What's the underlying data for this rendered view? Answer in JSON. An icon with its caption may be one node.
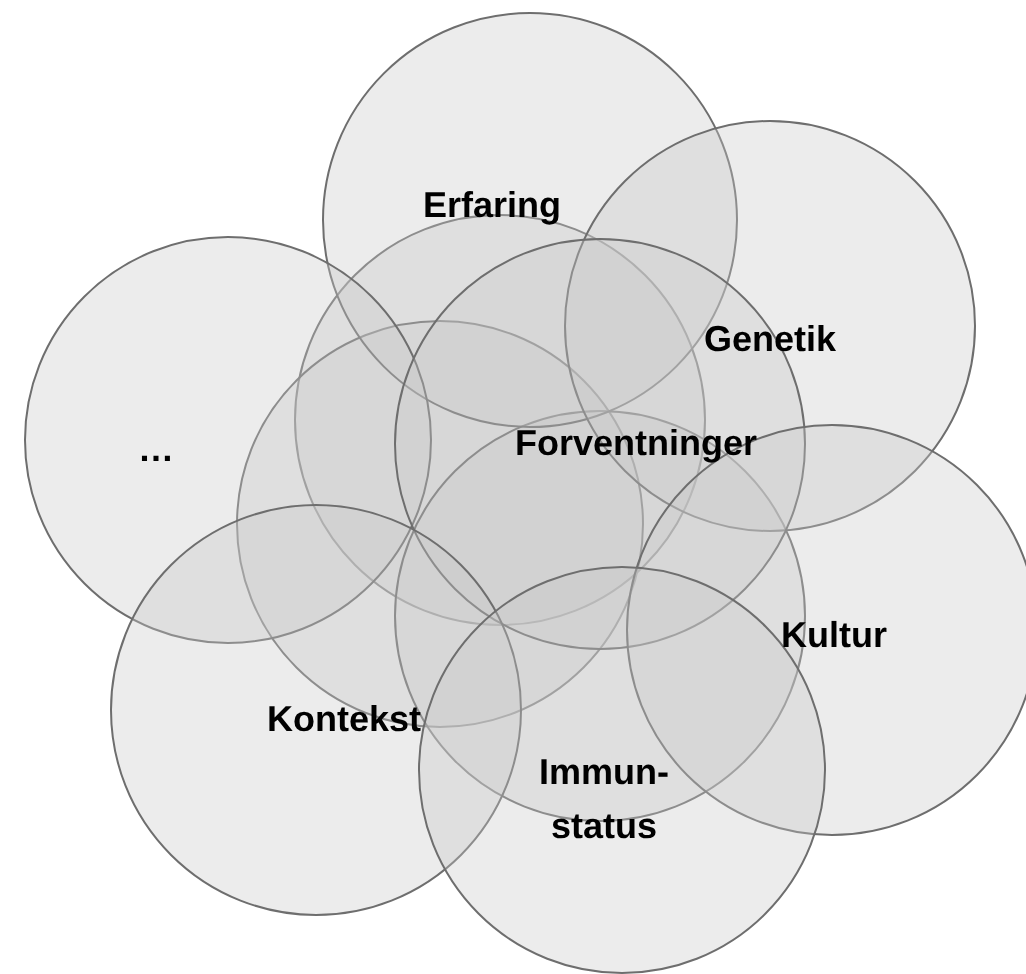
{
  "diagram": {
    "nodes": [
      {
        "text": [
          "Erfaring"
        ]
      },
      {
        "text": [
          "Genetik"
        ]
      },
      {
        "text": [
          "…"
        ]
      },
      {
        "text": [
          "Forventninger"
        ]
      },
      {
        "text": [
          "Kultur"
        ]
      },
      {
        "text": [
          "Kontekst"
        ]
      },
      {
        "text": [
          "Immun- status"
        ]
      },
      {
        "text": [],
        "shape": "circle"
      },
      {
        "text": [],
        "shape": "circle"
      },
      {
        "text": [],
        "shape": "circle"
      }
    ],
    "edges": []
  }
}
